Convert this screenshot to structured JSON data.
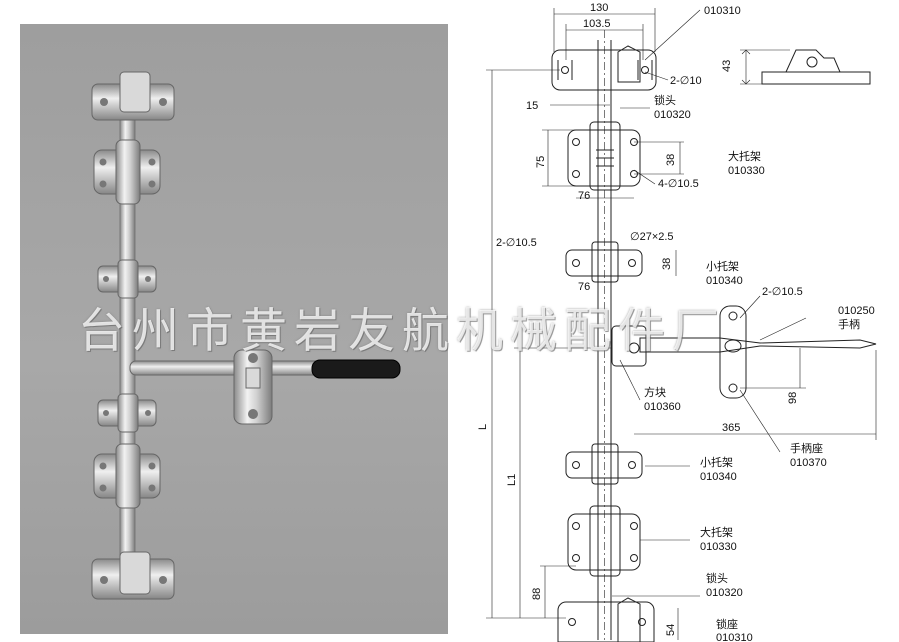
{
  "photo": {
    "alt_subject": "door lock bar assembly photo"
  },
  "watermark": "台州市黄岩友航机械配件厂",
  "dims": {
    "d130": "130",
    "d103_5": "103.5",
    "d43": "43",
    "d15": "15",
    "d75": "75",
    "d38a": "38",
    "d76a": "76",
    "holes_4": "4-∅10.5",
    "holes_2_top": "2-∅10",
    "tube": "∅27×2.5",
    "holes_2_left": "2-∅10.5",
    "d38b": "38",
    "d76b": "76",
    "holes_2_right": "2-∅10.5",
    "d98": "98",
    "d365": "365",
    "L": "L",
    "L1": "L1",
    "d88": "88",
    "d54": "54"
  },
  "labels": {
    "top_part_code": "010310",
    "lock_head_cn": "锁头",
    "lock_head_code": "010320",
    "big_bracket_cn": "大托架",
    "big_bracket_code": "010330",
    "small_bracket_cn": "小托架",
    "small_bracket_code": "010340",
    "handle_code": "010250",
    "handle_cn": "手柄",
    "square_block_cn": "方块",
    "square_block_code": "010360",
    "handle_seat_cn": "手柄座",
    "handle_seat_code": "010370",
    "small_bracket2_cn": "小托架",
    "small_bracket2_code": "010340",
    "big_bracket2_cn": "大托架",
    "big_bracket2_code": "010330",
    "lock_head2_cn": "锁头",
    "lock_head2_code": "010320",
    "lock_seat2_cn": "锁座",
    "lock_seat2_code": "010310"
  }
}
